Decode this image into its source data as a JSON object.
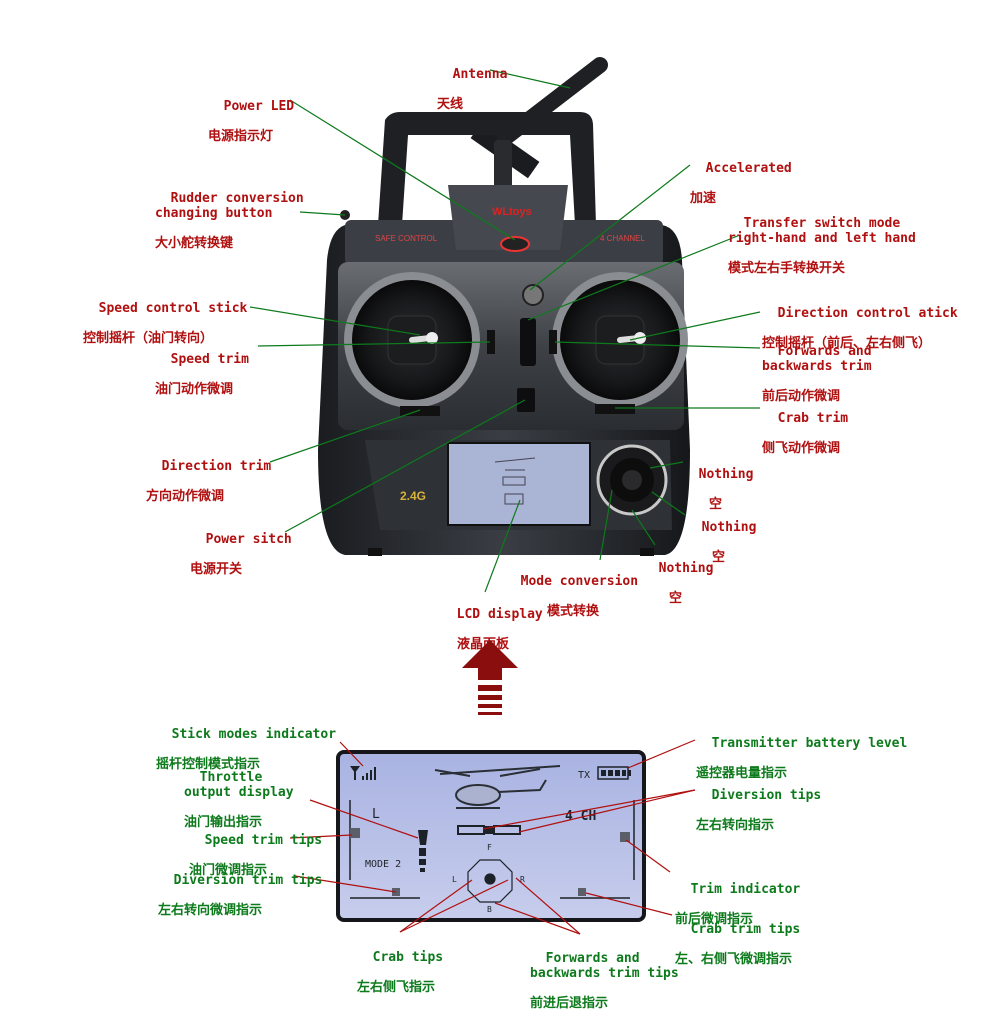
{
  "labels": {
    "antenna": {
      "en": "Antenna",
      "zh": "天线"
    },
    "power_led": {
      "en": "Power LED",
      "zh": "电源指示灯"
    },
    "accelerated": {
      "en": "Accelerated",
      "zh": "加速"
    },
    "rudder_conversion": {
      "en": "Rudder conversion\nchanging button",
      "zh": "大小舵转换键"
    },
    "transfer_switch": {
      "en": "Transfer switch mode\nright-hand and left hand",
      "zh": "模式左右手转换开关"
    },
    "speed_control_stick": {
      "en": "Speed control stick",
      "zh": "控制摇杆（油门转向）"
    },
    "direction_control_stick": {
      "en": "Direction control atick",
      "zh": "控制摇杆（前后、左右侧飞）"
    },
    "speed_trim": {
      "en": "Speed trim",
      "zh": "油门动作微调"
    },
    "forwards_backwards_trim": {
      "en": "Forwards and\nbackwards trim",
      "zh": "前后动作微调"
    },
    "crab_trim": {
      "en": "Crab trim",
      "zh": "侧飞动作微调"
    },
    "direction_trim": {
      "en": "Direction trim",
      "zh": "方向动作微调"
    },
    "nothing_1": {
      "en": "Nothing",
      "zh": "空"
    },
    "nothing_2": {
      "en": "Nothing",
      "zh": "空"
    },
    "nothing_3": {
      "en": "Nothing",
      "zh": "空"
    },
    "power_switch": {
      "en": "Power sitch",
      "zh": "电源开关"
    },
    "mode_conversion": {
      "en": "Mode conversion",
      "zh": "模式转换"
    },
    "lcd_display": {
      "en": "LCD display",
      "zh": "液晶面板"
    },
    "stick_modes_indicator": {
      "en": "Stick modes indicator",
      "zh": "摇杆控制模式指示"
    },
    "transmitter_battery": {
      "en": "Transmitter battery level",
      "zh": "遥控器电量指示"
    },
    "throttle_output": {
      "en": "Throttle\noutput display",
      "zh": "油门输出指示"
    },
    "diversion_tips": {
      "en": "Diversion tips",
      "zh": "左右转向指示"
    },
    "speed_trim_tips": {
      "en": "Speed trim tips",
      "zh": "油门微调指示"
    },
    "diversion_trim_tips": {
      "en": "Diversion trim tips",
      "zh": "左右转向微调指示"
    },
    "trim_indicator": {
      "en": "Trim indicator",
      "zh": "前后微调指示"
    },
    "crab_trim_tips": {
      "en": "Crab trim tips",
      "zh": "左、右侧飞微调指示"
    },
    "crab_tips": {
      "en": "Crab tips",
      "zh": "左右侧飞指示"
    },
    "fwd_back_trim_tips": {
      "en": "Forwards and\nbackwards trim tips",
      "zh": "前进后退指示"
    }
  },
  "transmitter": {
    "brand": "WLtoys",
    "left_panel_text": "SAFE CONTROL",
    "right_panel_text": "4 CHANNEL",
    "band": "2.4G"
  },
  "lcd": {
    "channels": "4 CH",
    "mode": "MODE 2",
    "rate": "L",
    "tx": "TX",
    "dir_f": "F",
    "dir_b": "B",
    "dir_l": "L",
    "dir_r": "R"
  },
  "colors": {
    "label_red": "#b01010",
    "label_green": "#0d7a1c",
    "lcd_bg": "#b9c4e6",
    "arrow": "#8b0e0e"
  }
}
